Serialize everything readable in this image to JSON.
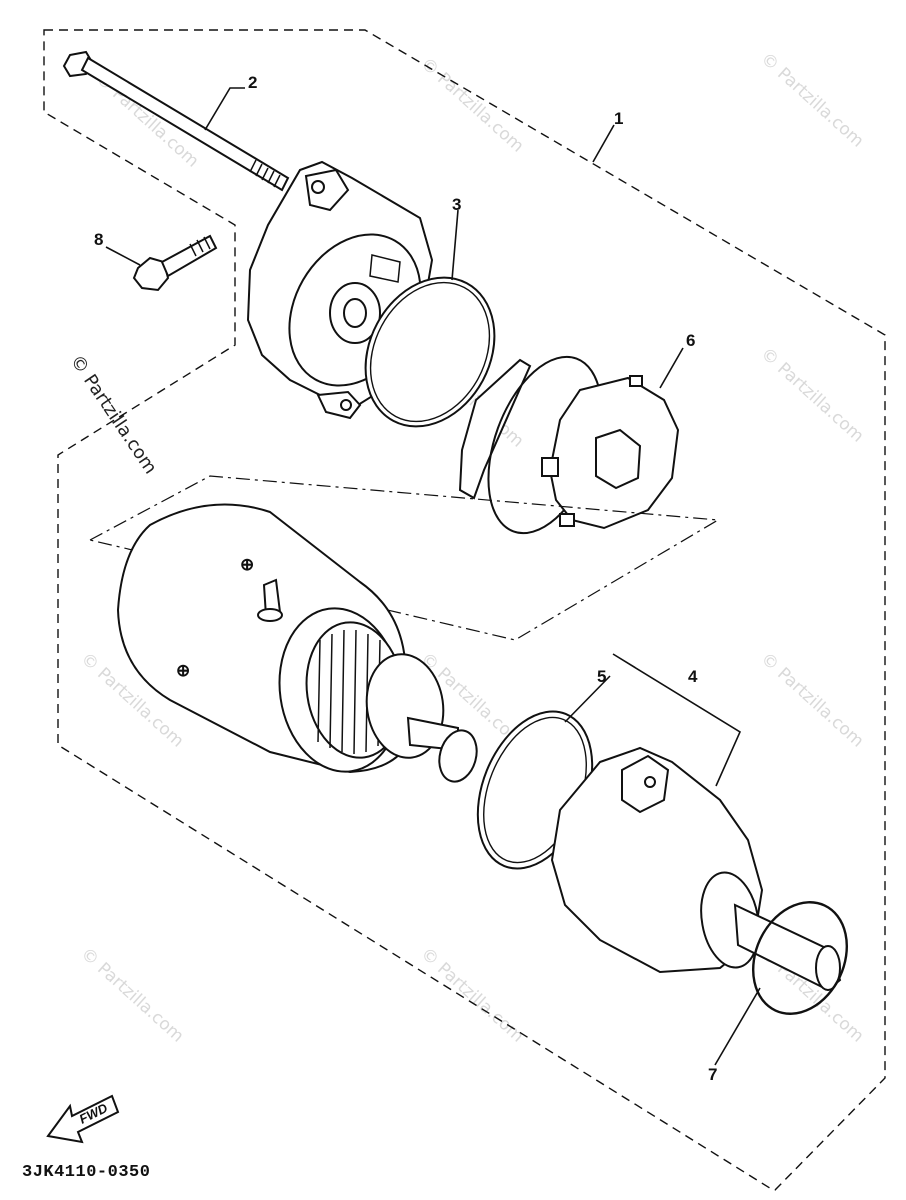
{
  "callouts": [
    {
      "id": "1",
      "label": "1"
    },
    {
      "id": "2",
      "label": "2"
    },
    {
      "id": "3",
      "label": "3"
    },
    {
      "id": "4",
      "label": "4"
    },
    {
      "id": "5",
      "label": "5"
    },
    {
      "id": "6",
      "label": "6"
    },
    {
      "id": "7",
      "label": "7"
    },
    {
      "id": "8",
      "label": "8"
    }
  ],
  "diagram_code": "3JK4110-0350",
  "fwd_label": "FWD",
  "watermark": "© Partzilla.com",
  "terminal_symbols": [
    "⊕",
    "⊕"
  ]
}
